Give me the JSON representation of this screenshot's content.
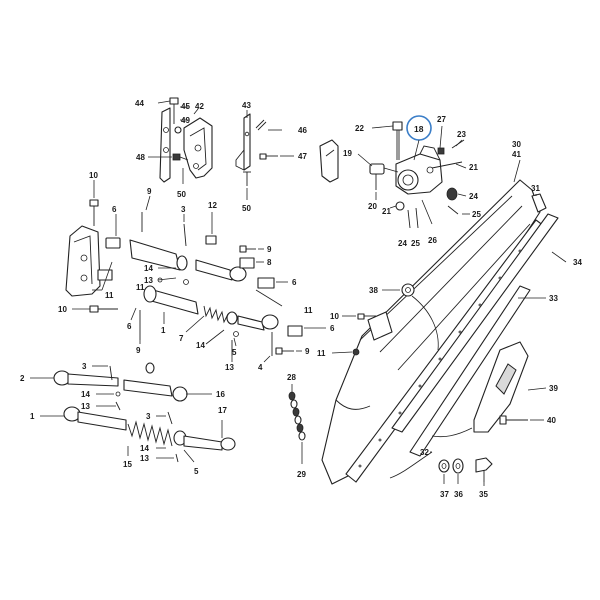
{
  "diagram": {
    "highlight_color": "#3b7ec8",
    "labels": {
      "l44": "44",
      "l45": "45",
      "l49": "49",
      "l42": "42",
      "l48": "48",
      "l50a": "50",
      "l43": "43",
      "l46": "46",
      "l47": "47",
      "l50b": "50",
      "l22": "22",
      "l18": "18",
      "l27": "27",
      "l23": "23",
      "l19": "19",
      "l21a": "21",
      "l20": "20",
      "l21b": "21",
      "l24a": "24",
      "l24b": "24",
      "l25a": "25",
      "l25b": "25",
      "l26": "26",
      "l30": "30",
      "l41": "41",
      "l31": "31",
      "l34": "34",
      "l33": "33",
      "l38": "38",
      "l10a": "10",
      "l9a": "9",
      "l6a": "6",
      "l3a": "3",
      "l12": "12",
      "l9b": "9",
      "l8": "8",
      "l14a": "14",
      "l13a": "13",
      "l6b": "6",
      "l11a": "11",
      "l11b": "11",
      "l11c": "11",
      "l10b": "10",
      "l6c": "6",
      "l1a": "1",
      "l7": "7",
      "l14b": "14",
      "l5a": "5",
      "l6d": "6",
      "l9c": "9",
      "l13b": "13",
      "l4": "4",
      "l9d": "9",
      "l10c": "10",
      "l11d": "11",
      "l3b": "3",
      "l2": "2",
      "l14c": "14",
      "l13c": "13",
      "l16": "16",
      "l3c": "3",
      "l17": "17",
      "l1b": "1",
      "l15": "15",
      "l13d": "13",
      "l5b": "5",
      "l28": "28",
      "l29": "29",
      "l39": "39",
      "l40": "40",
      "l32": "32",
      "l37": "37",
      "l36": "36",
      "l35": "35"
    }
  }
}
